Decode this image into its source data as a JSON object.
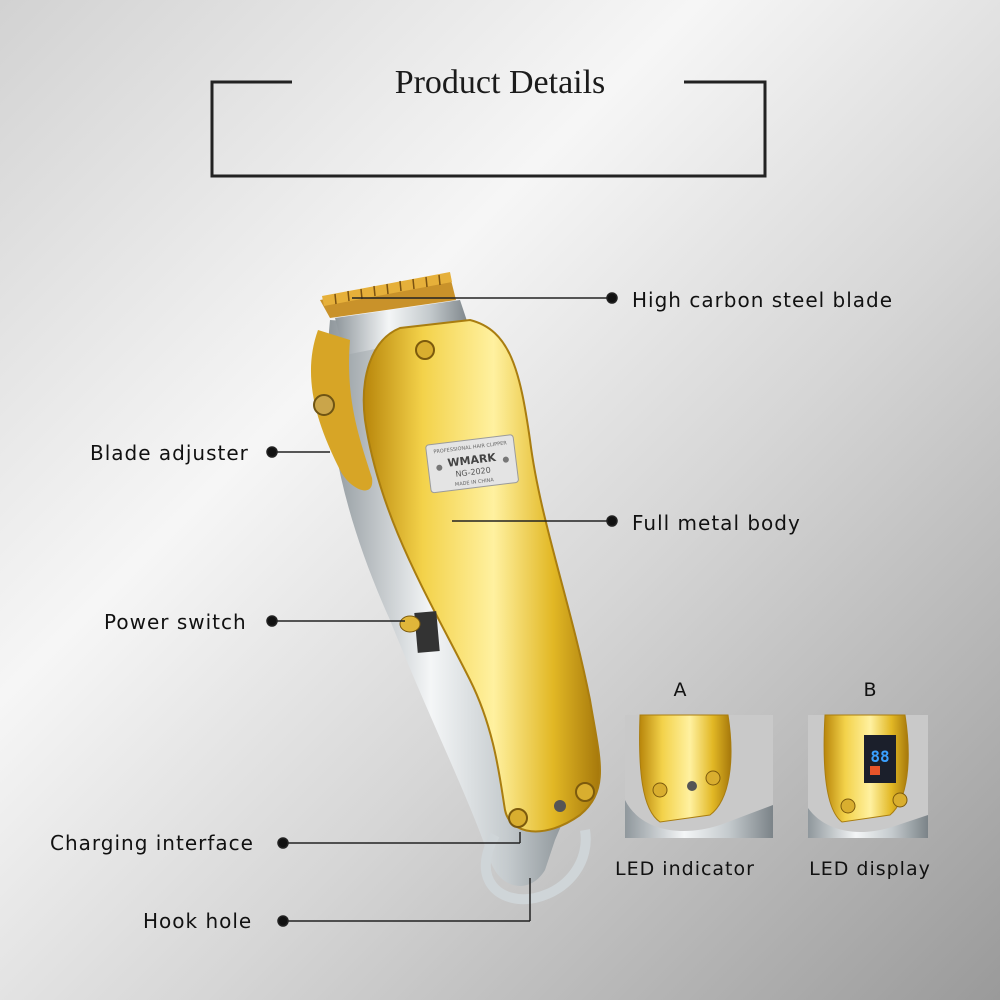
{
  "header": {
    "title": "Product Details"
  },
  "plate": {
    "brand": "WMARK",
    "model": "NG-2020",
    "top": "PROFESSIONAL HAIR CLIPPER",
    "bottom": "MADE IN CHINA"
  },
  "callouts": {
    "blade": "High carbon steel blade",
    "body": "Full metal body",
    "adjuster": "Blade adjuster",
    "power": "Power switch",
    "charging": "Charging interface",
    "hook": "Hook hole"
  },
  "variants": {
    "a": {
      "letter": "A",
      "caption": "LED indicator"
    },
    "b": {
      "letter": "B",
      "caption": "LED display",
      "readout": "88"
    }
  },
  "colors": {
    "gold": "#e7c02f",
    "chrome": "#d9dde0",
    "background": "#dcdcdc"
  }
}
